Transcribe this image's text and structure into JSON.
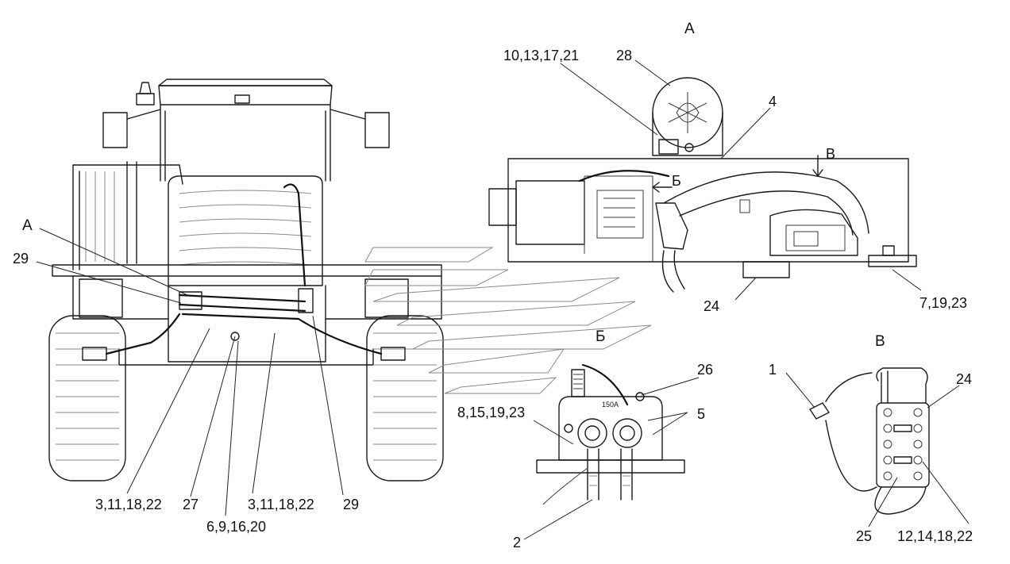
{
  "views": {
    "view_a_title": "А",
    "view_b_title": "Б",
    "view_v_title": "В",
    "section_b_mark": "Б",
    "section_v_mark": "В",
    "fuse_rating": "150А"
  },
  "callouts": {
    "main": {
      "a_ref": "А",
      "p29_left": "29",
      "p3_left": "3,11,18,22",
      "p27": "27",
      "p6": "6,9,16,20",
      "p3_right": "3,11,18,22",
      "p29_right": "29"
    },
    "view_a": {
      "p10": "10,13,17,21",
      "p28": "28",
      "p4": "4",
      "p24": "24",
      "p7": "7,19,23"
    },
    "view_b": {
      "p26": "26",
      "p8": "8,15,19,23",
      "p5": "5",
      "p2": "2"
    },
    "view_v": {
      "p1": "1",
      "p24": "24",
      "p25": "25",
      "p12": "12,14,18,22"
    }
  }
}
